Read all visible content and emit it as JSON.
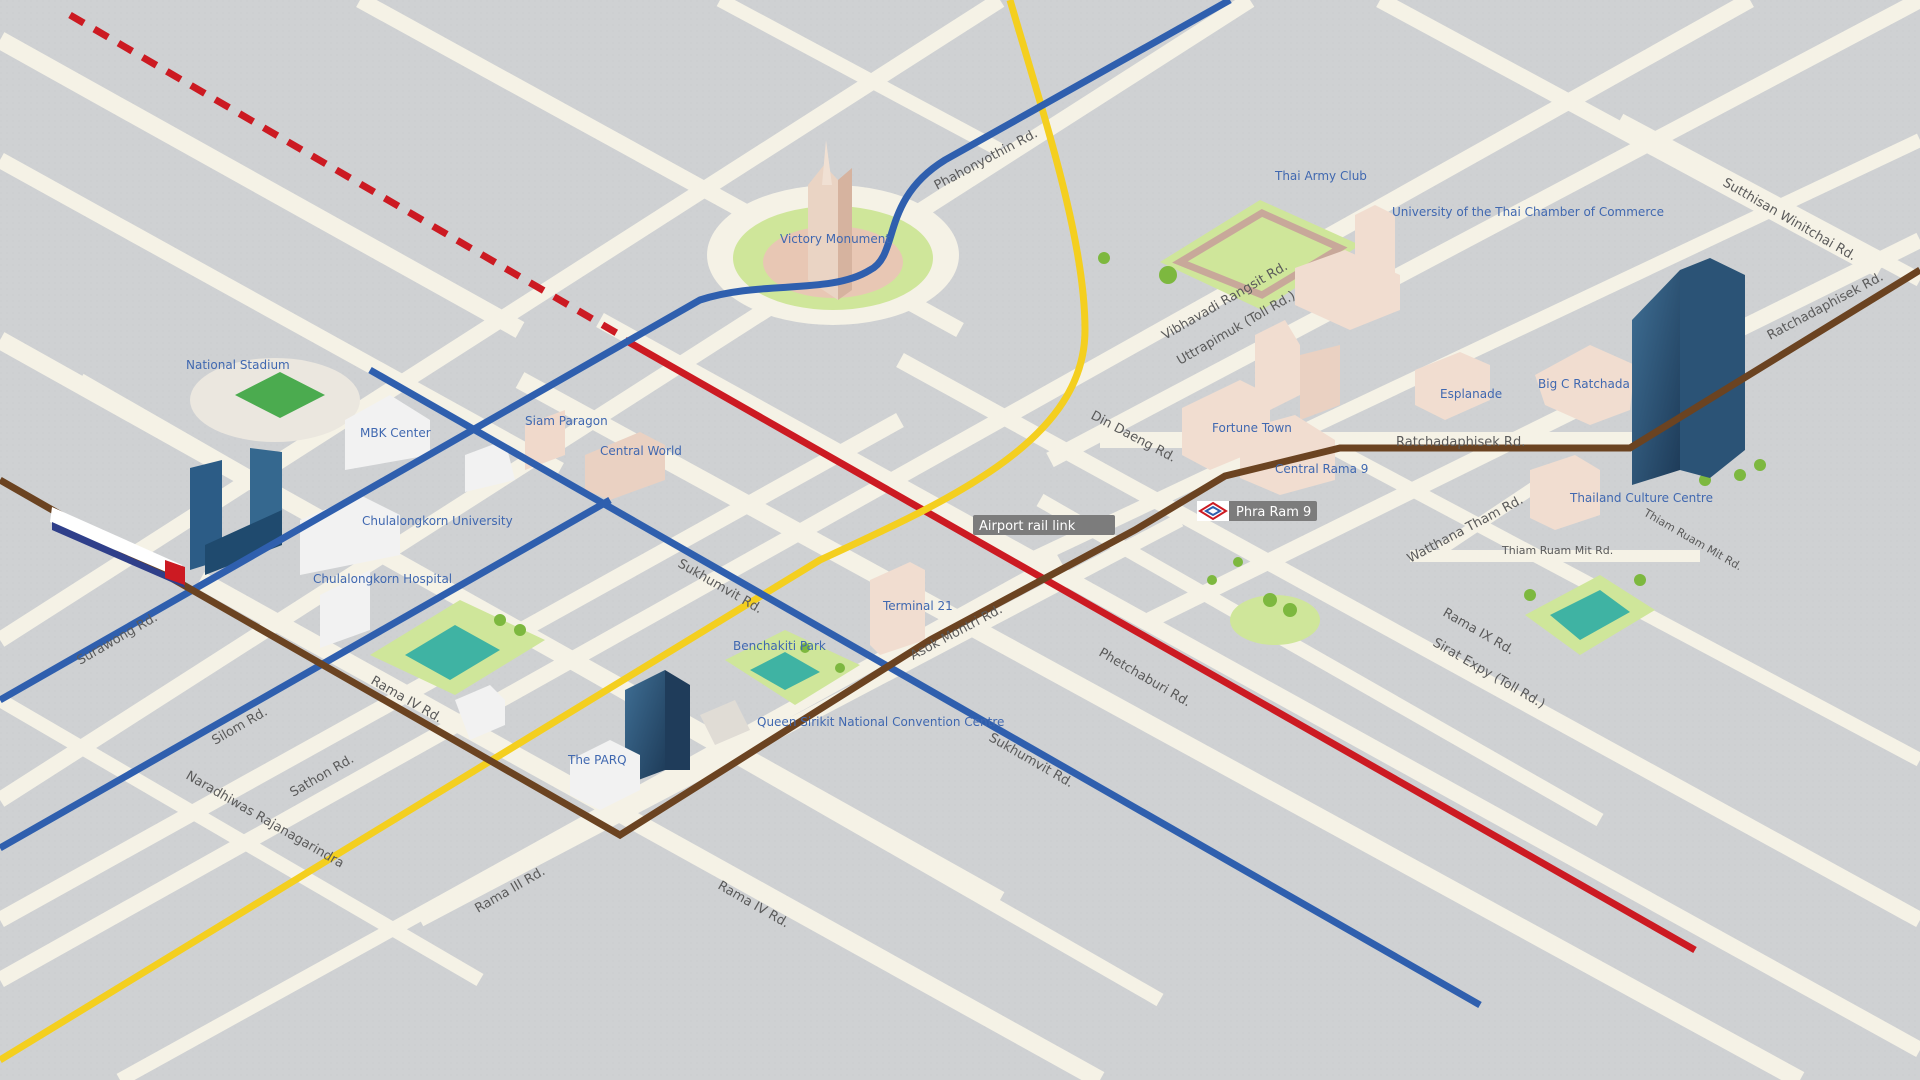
{
  "colors": {
    "background": "#cfd1d3",
    "road": "#f5f2e6",
    "blue_line": "#2f5fae",
    "yellow_line": "#f4cf1f",
    "red_line": "#cc1a22",
    "brown_line": "#6b4321",
    "park": "#cfe69a",
    "water": "#3fb3a3",
    "label": "#4068b0",
    "tag_bg": "#7c7c7c"
  },
  "places": {
    "victory_monument": "Victory Monument",
    "thai_army_club": "Thai Army Club",
    "university": "University of the Thai Chamber of Commerce",
    "national_stadium": "National Stadium",
    "mbk_center": "MBK Center",
    "siam_paragon": "Siam Paragon",
    "central_world": "Central World",
    "chulalongkorn_university": "Chulalongkorn University",
    "chulalongkorn_hospital": "Chulalongkorn Hospital",
    "fortune_town": "Fortune Town",
    "esplanade": "Esplanade",
    "big_c_ratchada": "Big C Ratchada",
    "central_rama9": "Central Rama 9",
    "thailand_culture_centre": "Thailand Culture Centre",
    "terminal21": "Terminal 21",
    "benchakiti_park": "Benchakiti Park",
    "qsncc": "Queen Sirikit National Convention Centre",
    "the_parq": "The PARQ"
  },
  "roads": {
    "phahonyothin": "Phahonyothin Rd.",
    "sutthisan": "Sutthisan Winitchai Rd.",
    "ratchadaphisek_right": "Ratchadaphisek Rd.",
    "vibhavadi": "Vibhavadi Rangsit Rd.",
    "uttrapimuk": "Uttrapimuk (Toll Rd.)",
    "din_daeng": "Din Daeng Rd.",
    "ratchadaphisek_mid": "Ratchadaphisek Rd.",
    "watthana_tham": "Watthana Tham Rd.",
    "thiam_ruam_mit_1": "Thiam Ruam Mit Rd.",
    "thiam_ruam_mit_2": "Thiam Ruam Mit Rd.",
    "rama9": "Rama IX Rd.",
    "sirat": "Sirat Expy (Toll Rd.)",
    "sukhumvit_1": "Sukhumvit Rd.",
    "sukhumvit_2": "Sukhumvit Rd.",
    "asok_montri": "Asok Montri Rd.",
    "phetchaburi": "Phetchaburi Rd.",
    "surawong": "Surawong Rd.",
    "rama4_1": "Rama IV Rd.",
    "rama4_2": "Rama IV Rd.",
    "silom": "Silom Rd.",
    "sathon": "Sathon Rd.",
    "naradhiwas": "Naradhiwas Rajanagarindra",
    "rama3": "Rama III Rd."
  },
  "tags": {
    "airport_rail_link": "Airport rail link",
    "phra_ram_9": "Phra Ram 9"
  },
  "icons": {
    "mrt_station": "mrt-station-icon",
    "train": "skytrain-icon"
  }
}
